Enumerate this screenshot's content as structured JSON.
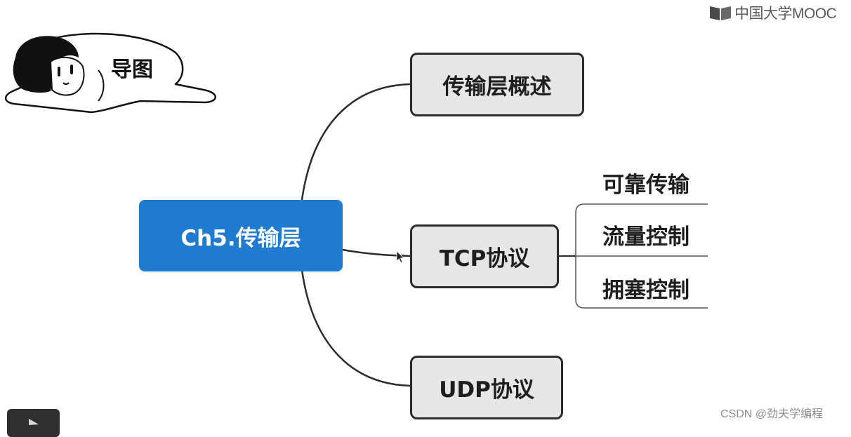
{
  "watermark": {
    "logo_icon": "book-icon",
    "text": "中国大学MOOC"
  },
  "mascot": {
    "icon": "lying-cartoon-character",
    "label": "导图"
  },
  "mindmap": {
    "root": "Ch5.传输层",
    "branches": [
      {
        "label": "传输层概述"
      },
      {
        "label": "TCP协议",
        "children": [
          "可靠传输",
          "流量控制",
          "拥塞控制"
        ]
      },
      {
        "label": "UDP协议"
      }
    ]
  },
  "credit": "CSDN @劲夫学编程",
  "player": {
    "play_icon": "play-icon"
  },
  "cursor": {
    "icon": "mouse-pointer-icon"
  },
  "colors": {
    "root_fill": "#1e7bd0",
    "node_fill": "#e6e6e6",
    "node_border": "#2b2b2b"
  }
}
